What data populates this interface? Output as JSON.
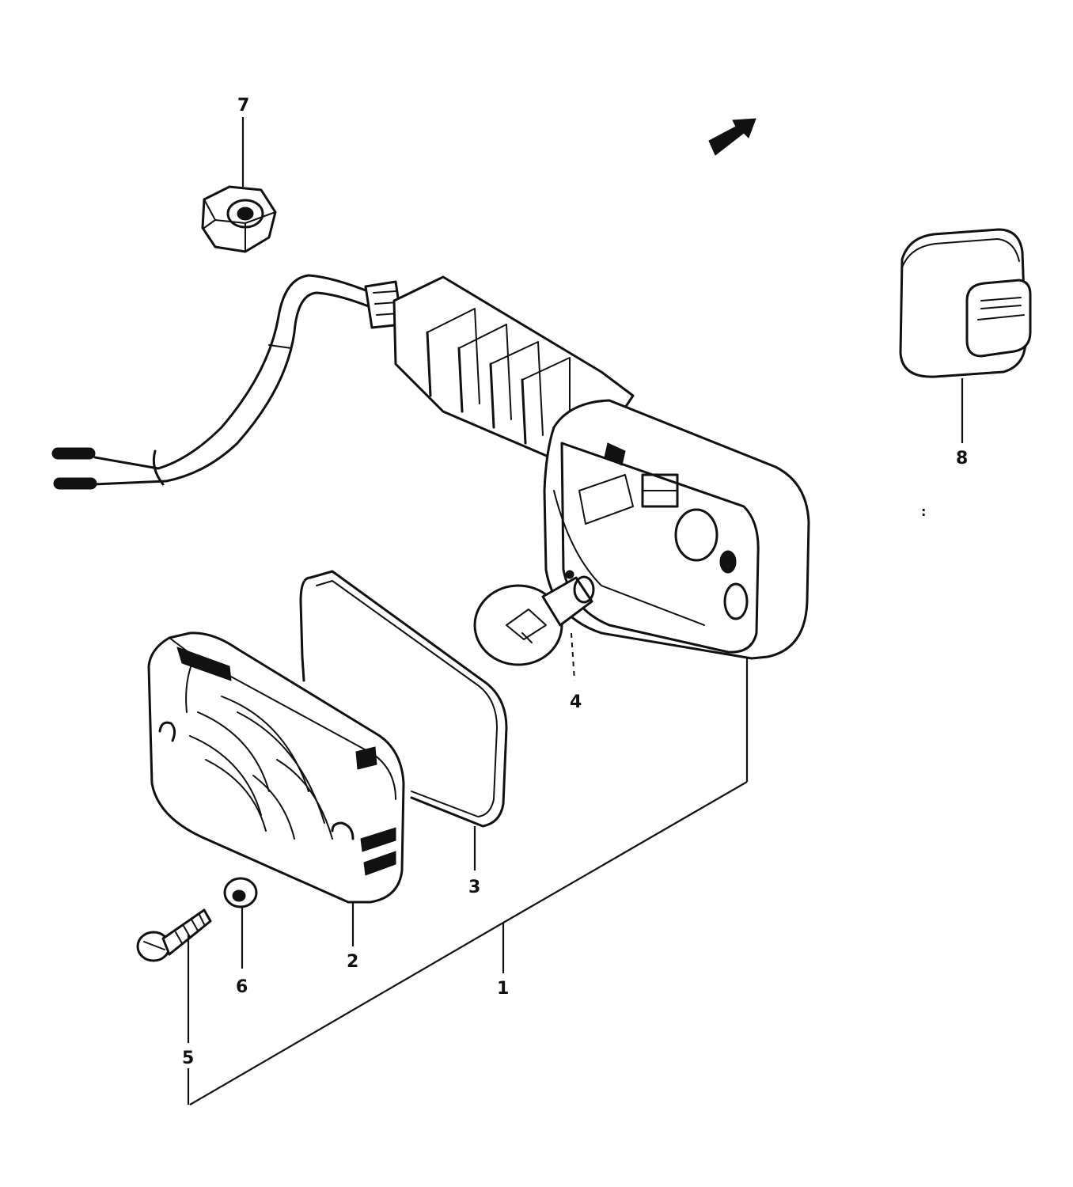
{
  "diagram": {
    "callouts": {
      "c1": "1",
      "c2": "2",
      "c3": "3",
      "c4": "4",
      "c5": "5",
      "c6": "6",
      "c7": "7",
      "c8": "8"
    },
    "icons": {
      "direction_arrow": "forward-arrow-icon"
    },
    "colors": {
      "ink": "#111111",
      "paper": "#ffffff"
    }
  }
}
